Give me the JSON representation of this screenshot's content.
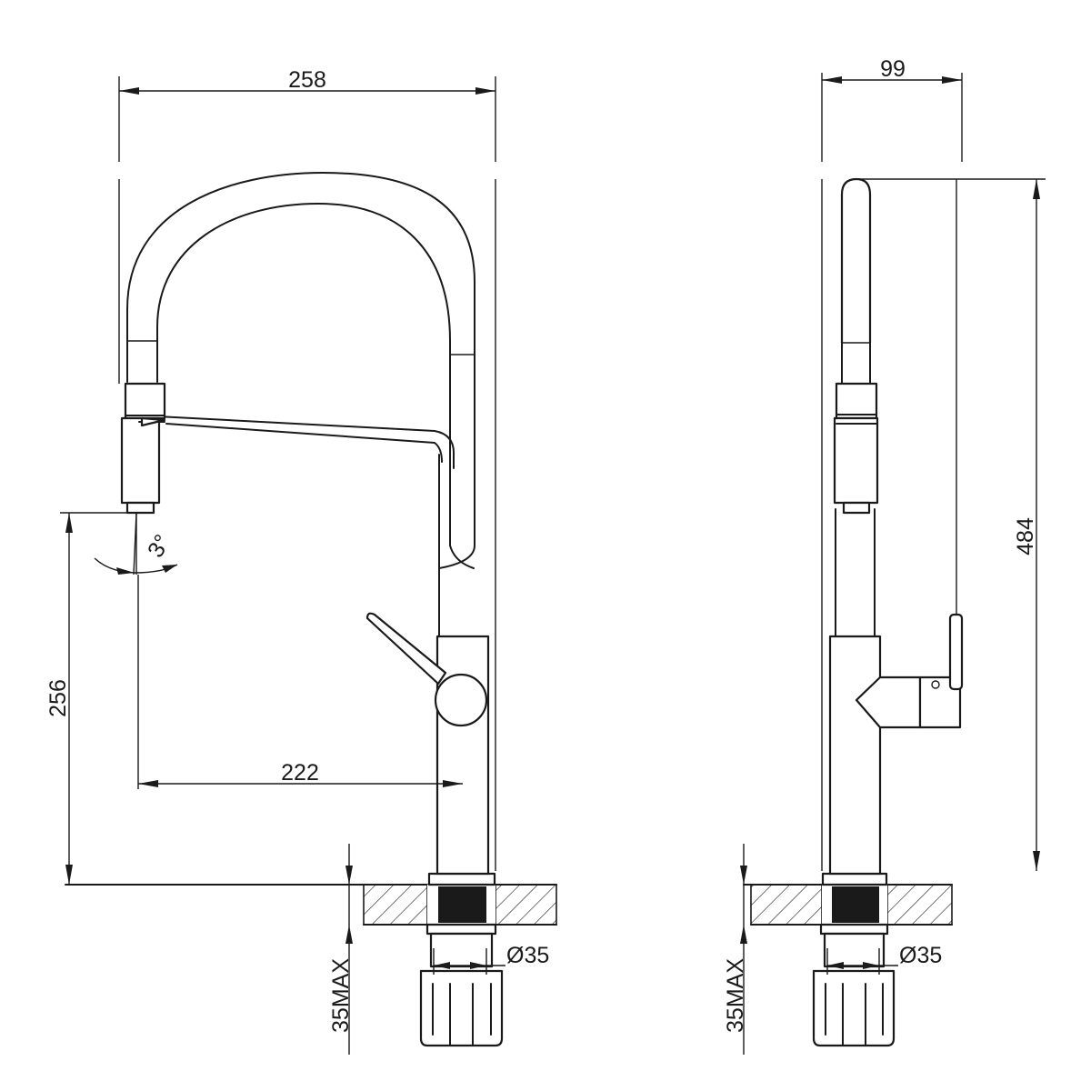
{
  "diagram": {
    "front_view": {
      "dimensions": {
        "overall_width": "258",
        "outlet_height": "256",
        "spout_reach": "222",
        "spray_angle": "3°",
        "thread_diameter": "Ø35",
        "max_counter_thickness": "35MAX"
      }
    },
    "side_view": {
      "dimensions": {
        "body_depth": "99",
        "overall_height": "484",
        "thread_diameter": "Ø35",
        "max_counter_thickness": "35MAX"
      }
    },
    "colors": {
      "line": "#1a1a1a",
      "background": "#ffffff",
      "shank_fill": "#1a1a1a"
    }
  }
}
